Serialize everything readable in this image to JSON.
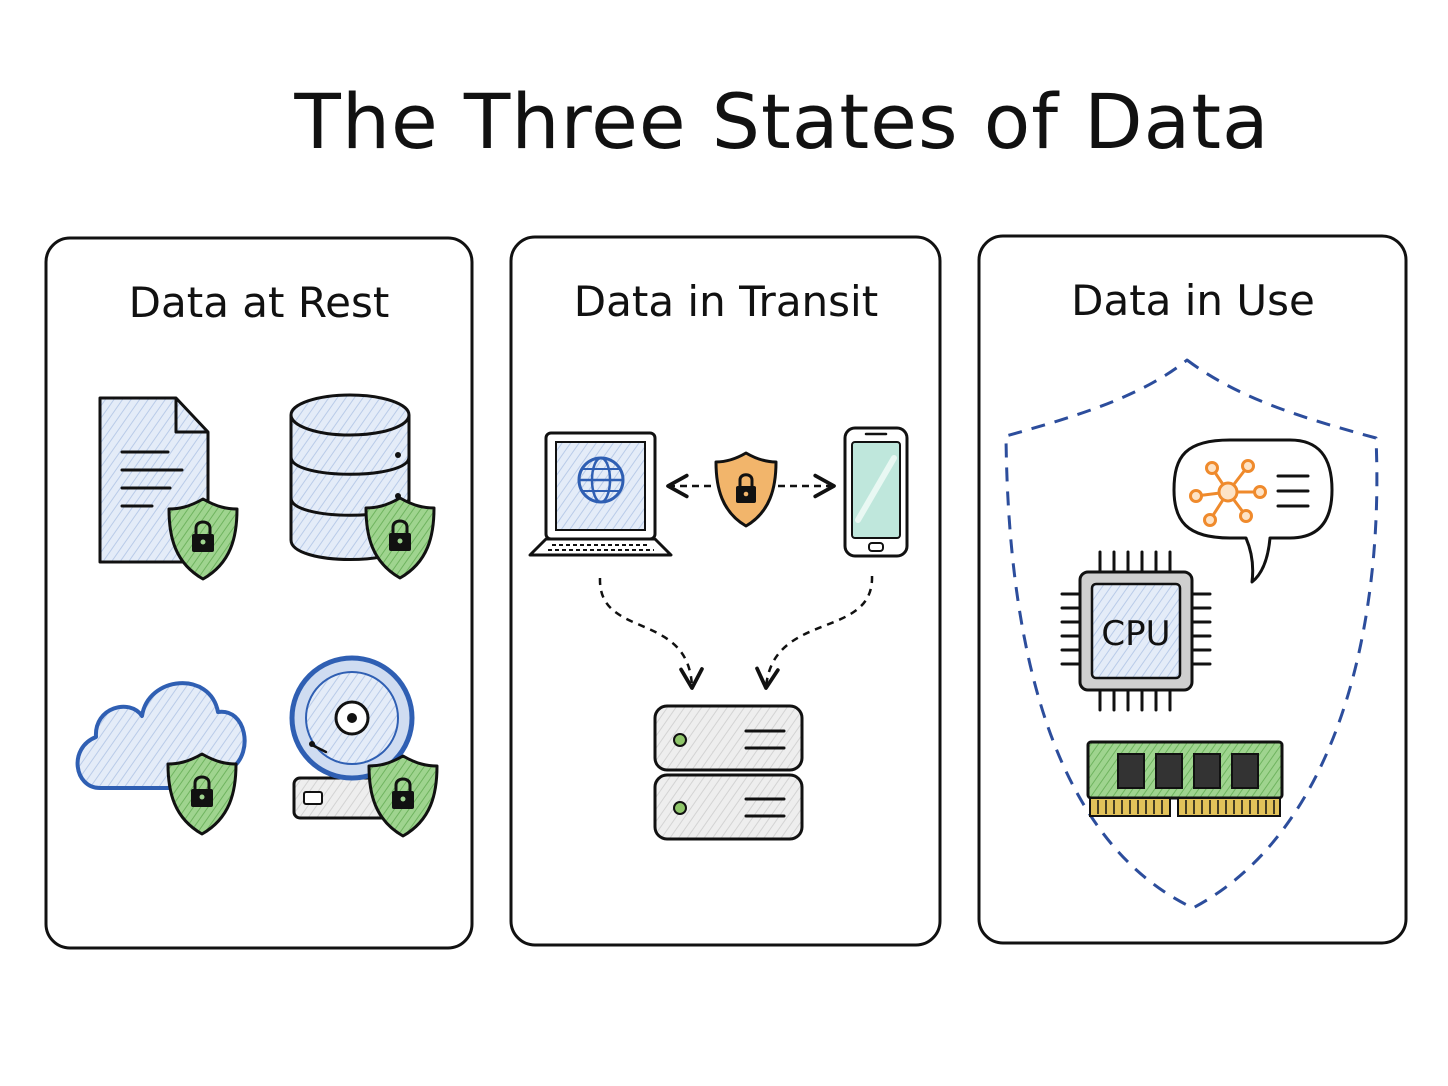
{
  "title": "The Three States of Data",
  "panels": [
    {
      "title": "Data at Rest"
    },
    {
      "title": "Data in Transit"
    },
    {
      "title": "Data in Use"
    }
  ],
  "cpu_label": "CPU",
  "colors": {
    "ink": "#111111",
    "blue_fill": "#dfe9f7",
    "blue_stroke": "#2f5fb3",
    "green_shield": "#7cc070",
    "orange_shield": "#f2b56b",
    "orange_node": "#ef8a2c",
    "dashed_shield": "#2c4d9c",
    "ram_green": "#8fc66a",
    "ram_gold": "#e2c25a",
    "screen_green": "#bfe7dc"
  }
}
